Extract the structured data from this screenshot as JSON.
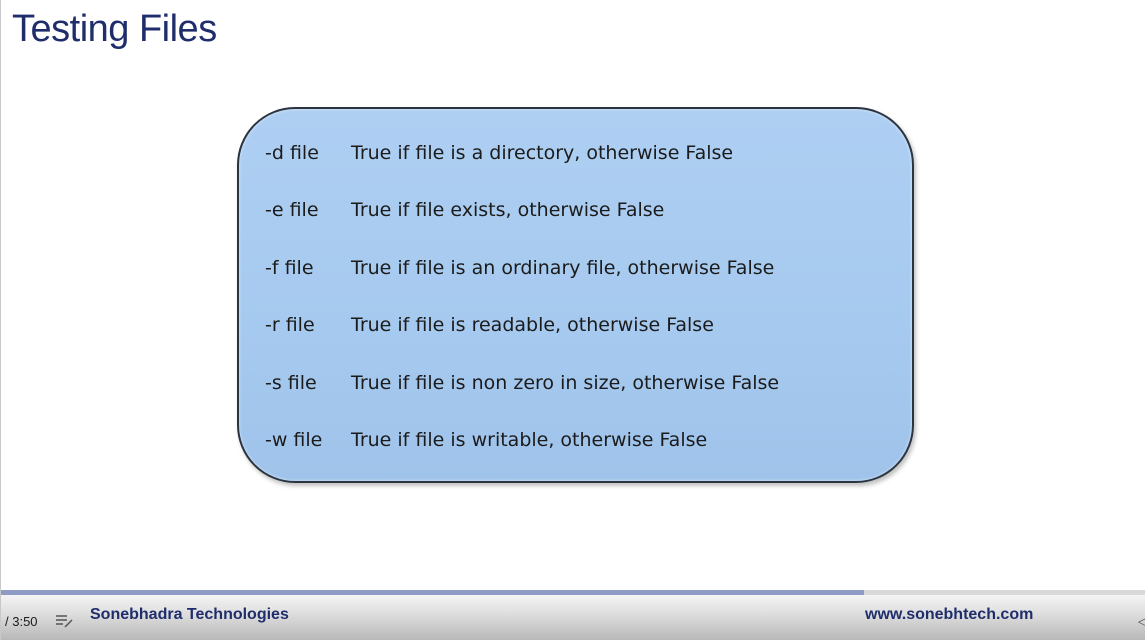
{
  "slide": {
    "title": "Testing Files",
    "rows": [
      {
        "flag": "-d file",
        "description": "True if file is a directory, otherwise False"
      },
      {
        "flag": "-e file",
        "description": "True if file exists, otherwise False"
      },
      {
        "flag": "-f file",
        "description": "True if file is an ordinary file, otherwise False"
      },
      {
        "flag": "-r file",
        "description": "True if file is readable, otherwise False"
      },
      {
        "flag": "-s file",
        "description": "True if file is non zero in size, otherwise False"
      },
      {
        "flag": "-w file",
        "description": "True if file is writable, otherwise False"
      }
    ]
  },
  "player": {
    "time_text": "/ 3:50",
    "progress_fraction": 0.754,
    "brand": "Sonebhadra Technologies",
    "website": "www.sonebhtech.com",
    "playlist_icon": "playlist-icon",
    "edge_icon": "volume-icon"
  },
  "colors": {
    "title": "#1f2e6b",
    "box_fill": "#a8cbf0",
    "box_border": "#2c3440",
    "progress": "#8e9bc4"
  }
}
